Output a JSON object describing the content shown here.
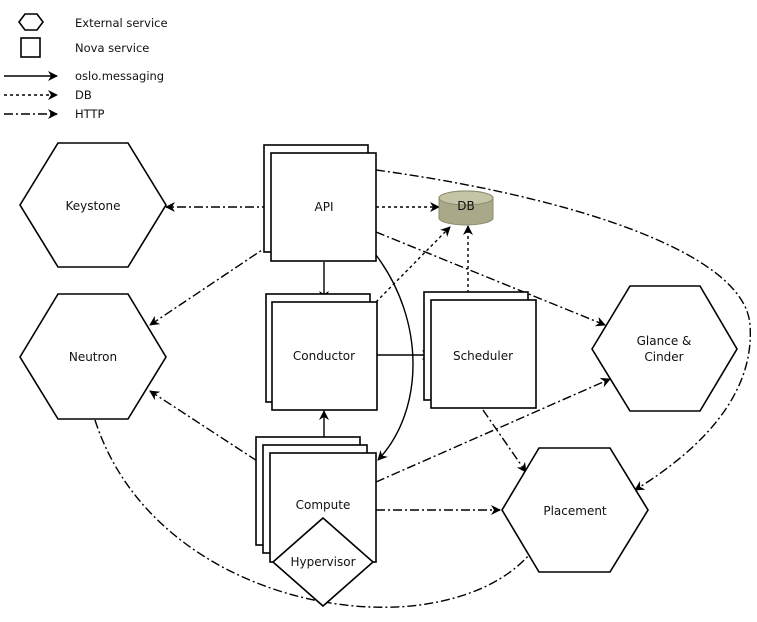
{
  "legend": {
    "external": "External service",
    "nova": "Nova service",
    "messaging": "oslo.messaging",
    "db": "DB",
    "http": "HTTP"
  },
  "nodes": {
    "keystone": "Keystone",
    "neutron": "Neutron",
    "api": "API",
    "db": "DB",
    "conductor": "Conductor",
    "scheduler": "Scheduler",
    "glance": [
      "Glance &",
      "Cinder"
    ],
    "compute": "Compute",
    "hypervisor": "Hypervisor",
    "placement": "Placement"
  },
  "colors": {
    "db_fill": "#a9a98a",
    "db_top": "#c4c4a6"
  }
}
